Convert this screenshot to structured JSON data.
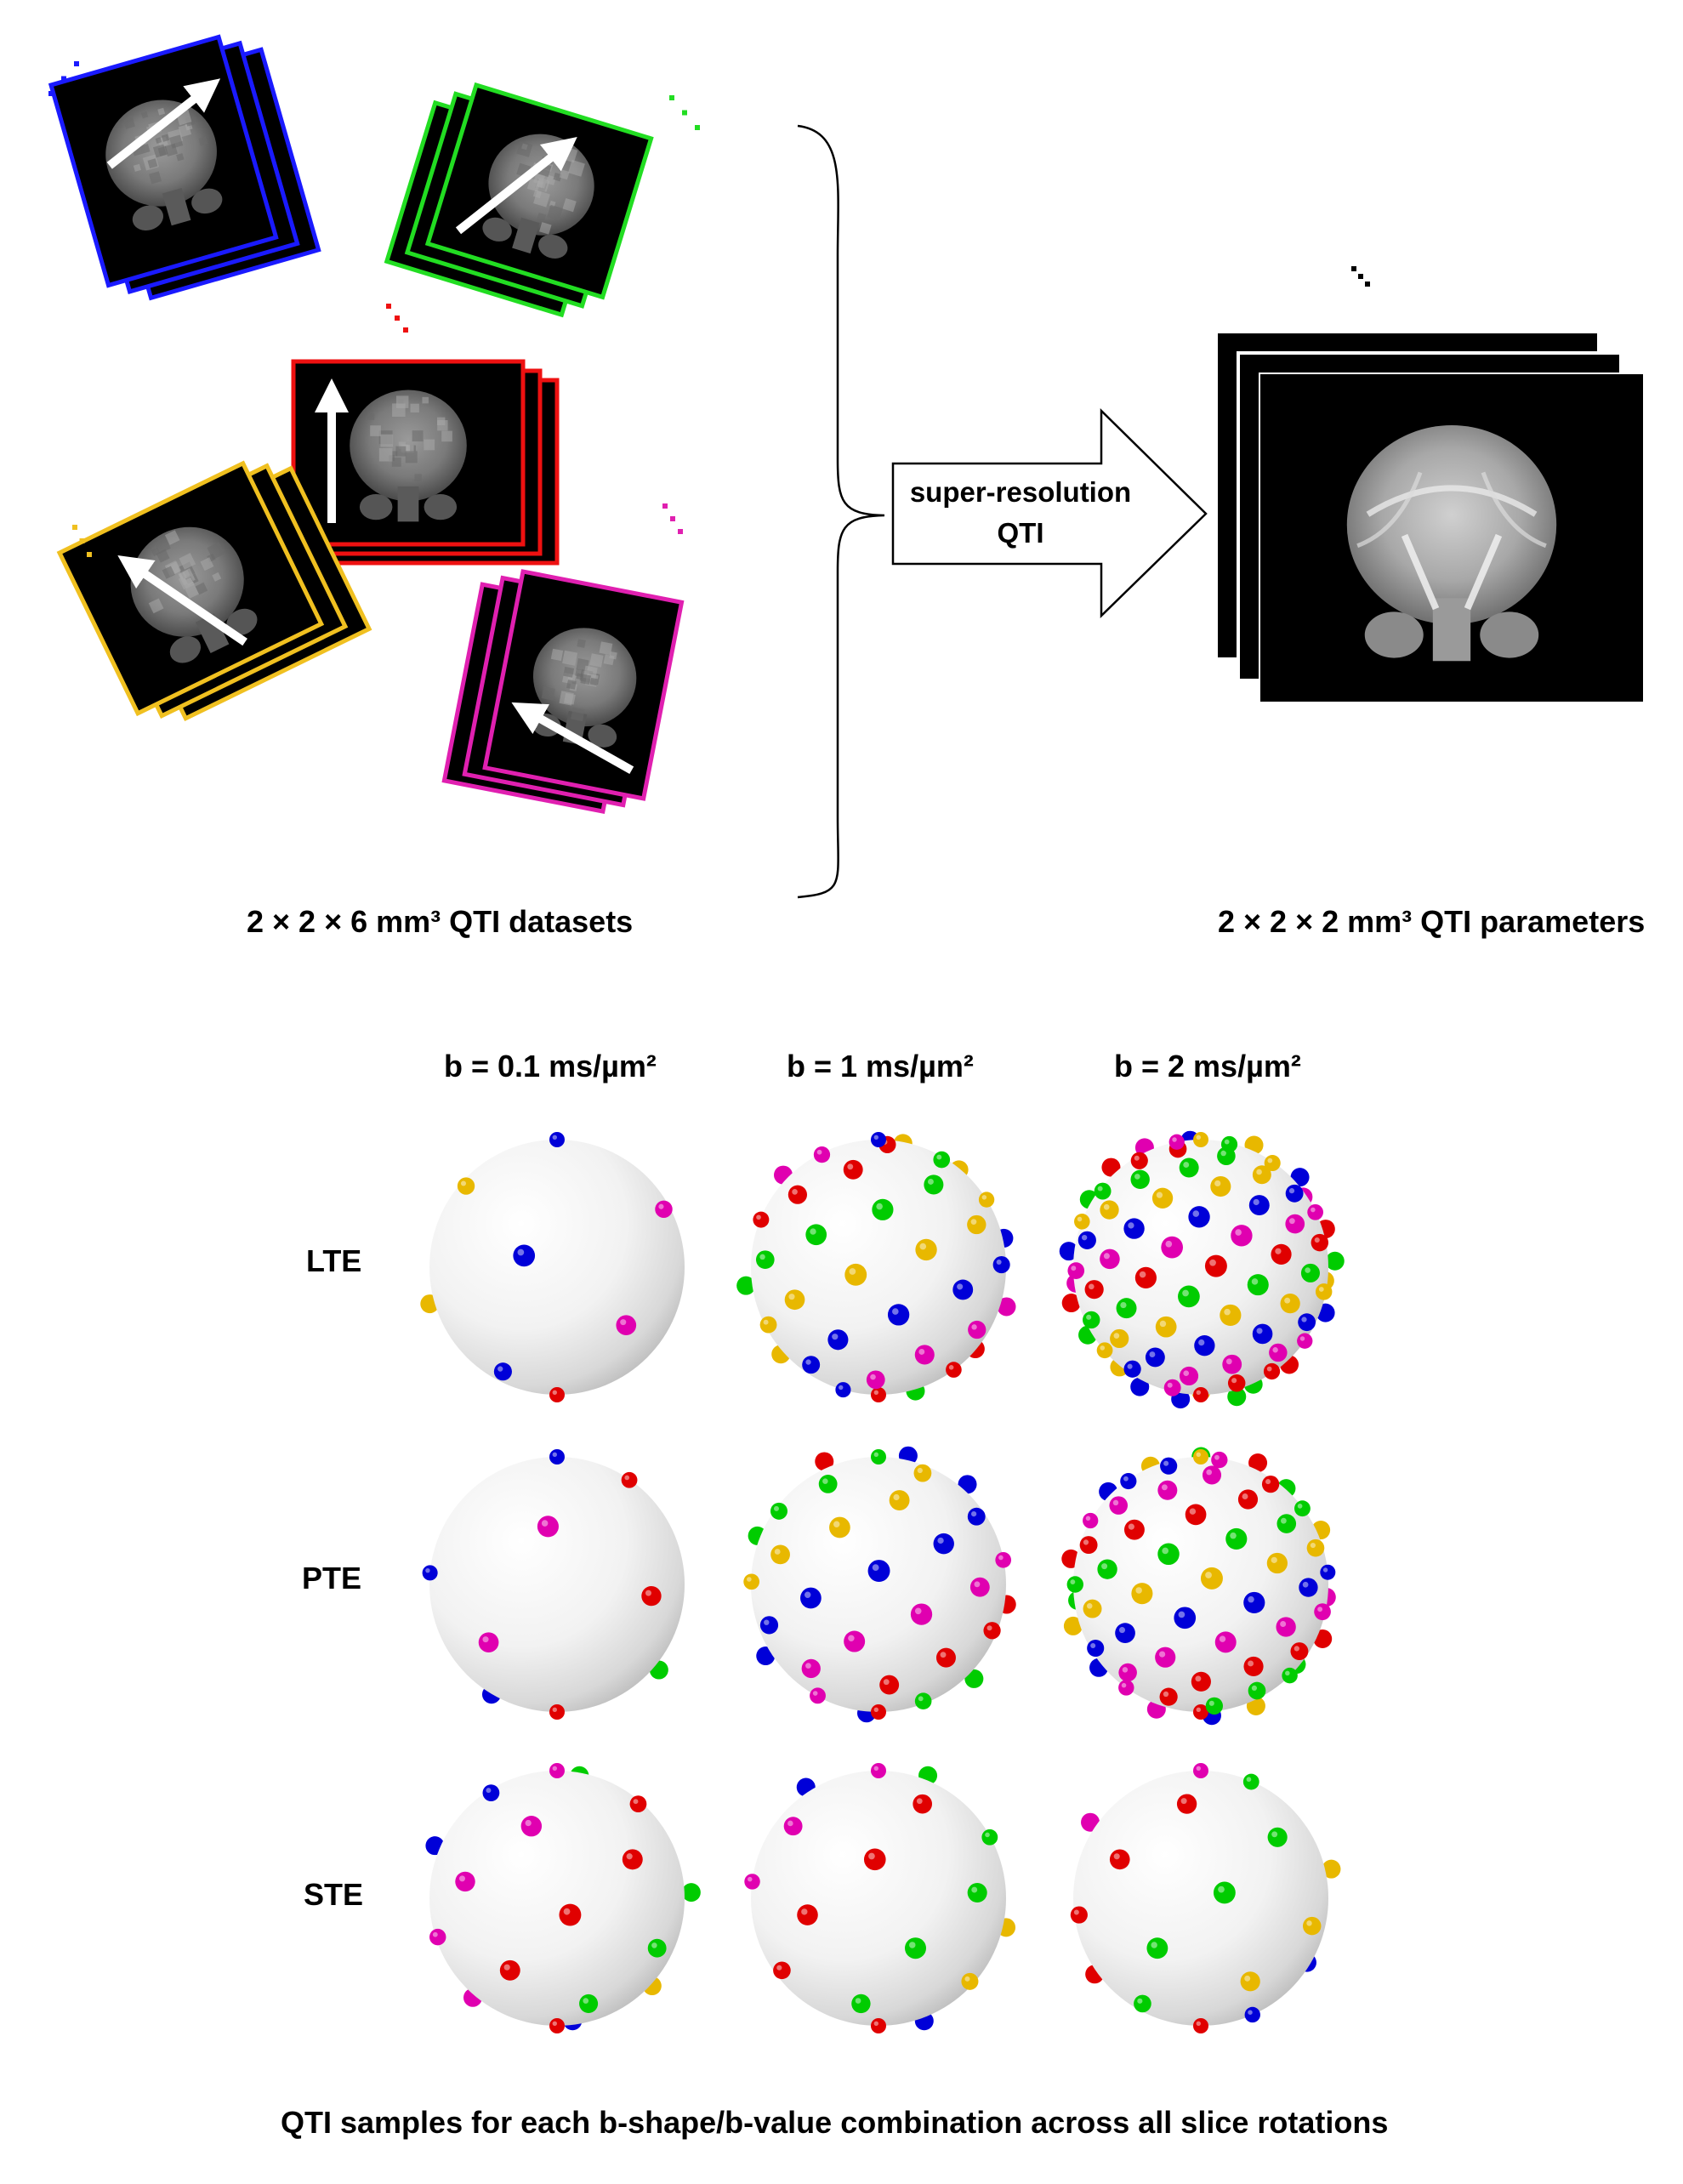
{
  "top": {
    "input_label": "2 × 2 × 6 mm³ QTI datasets",
    "process_label_line1": "super-resolution",
    "process_label_line2": "QTI",
    "output_label": "2 × 2 × 2 mm³ QTI parameters",
    "stack_colors": {
      "blue": "#1a1aff",
      "green": "#22dd22",
      "red": "#ee1111",
      "yellow": "#f0c020",
      "magenta": "#e020b0"
    }
  },
  "bottom": {
    "columns": [
      "b = 0.1 ms/µm²",
      "b = 1 ms/µm²",
      "b = 2 ms/µm²"
    ],
    "rows": [
      "LTE",
      "PTE",
      "STE"
    ],
    "caption": "QTI samples for each b-shape/b-value combination across all slice rotations",
    "sample_colors": [
      "#e00000",
      "#0000d8",
      "#00cc00",
      "#e000b0",
      "#e8b800"
    ]
  }
}
